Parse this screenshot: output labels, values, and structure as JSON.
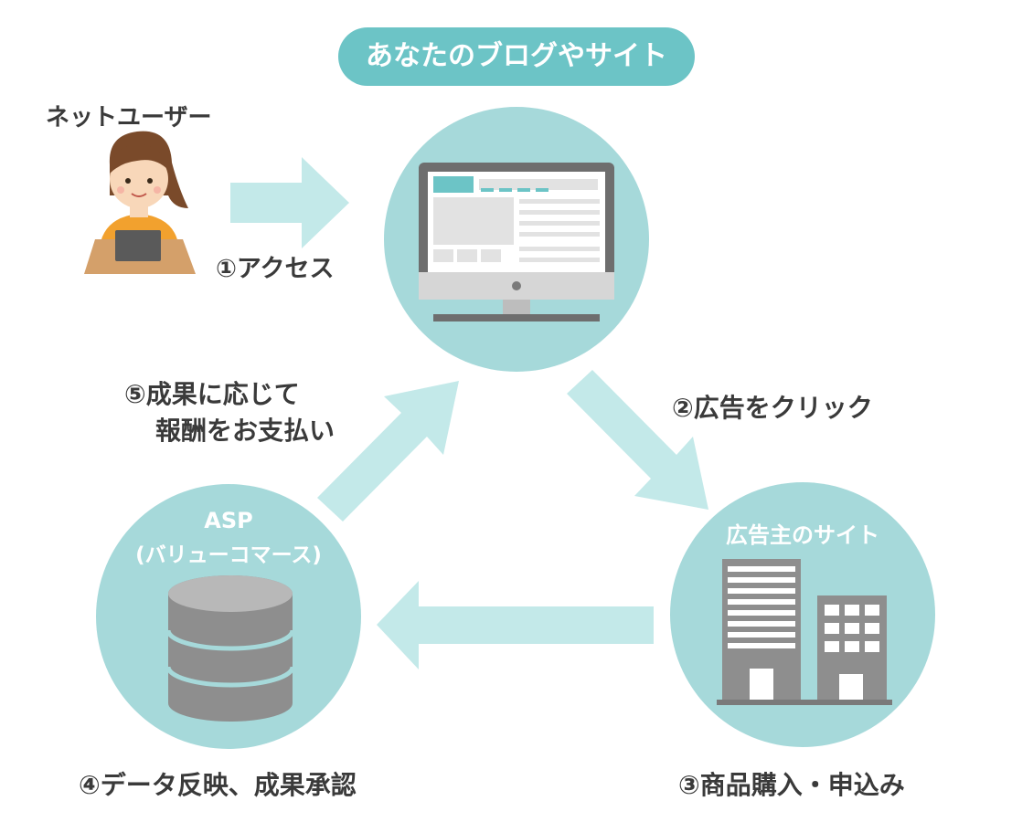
{
  "blog_node": {
    "label": "あなたのブログやサイト"
  },
  "user_node": {
    "label": "ネットユーザー"
  },
  "asp_node": {
    "label_line1": "ASP",
    "label_line2": "(バリューコマース)"
  },
  "advertiser_node": {
    "label": "広告主のサイト"
  },
  "steps": {
    "step1": "①アクセス",
    "step2": "②広告をクリック",
    "step3": "③商品購入・申込み",
    "step4": "④データ反映、成果承認",
    "step5_line1": "⑤成果に応じて",
    "step5_line2": "報酬をお支払い"
  },
  "colors": {
    "circle": "#a6d9da",
    "arrow": "#c3e9e9",
    "pill": "#6cc4c6",
    "device_gray": "#8e8e8e",
    "text": "#3a3a3a"
  }
}
